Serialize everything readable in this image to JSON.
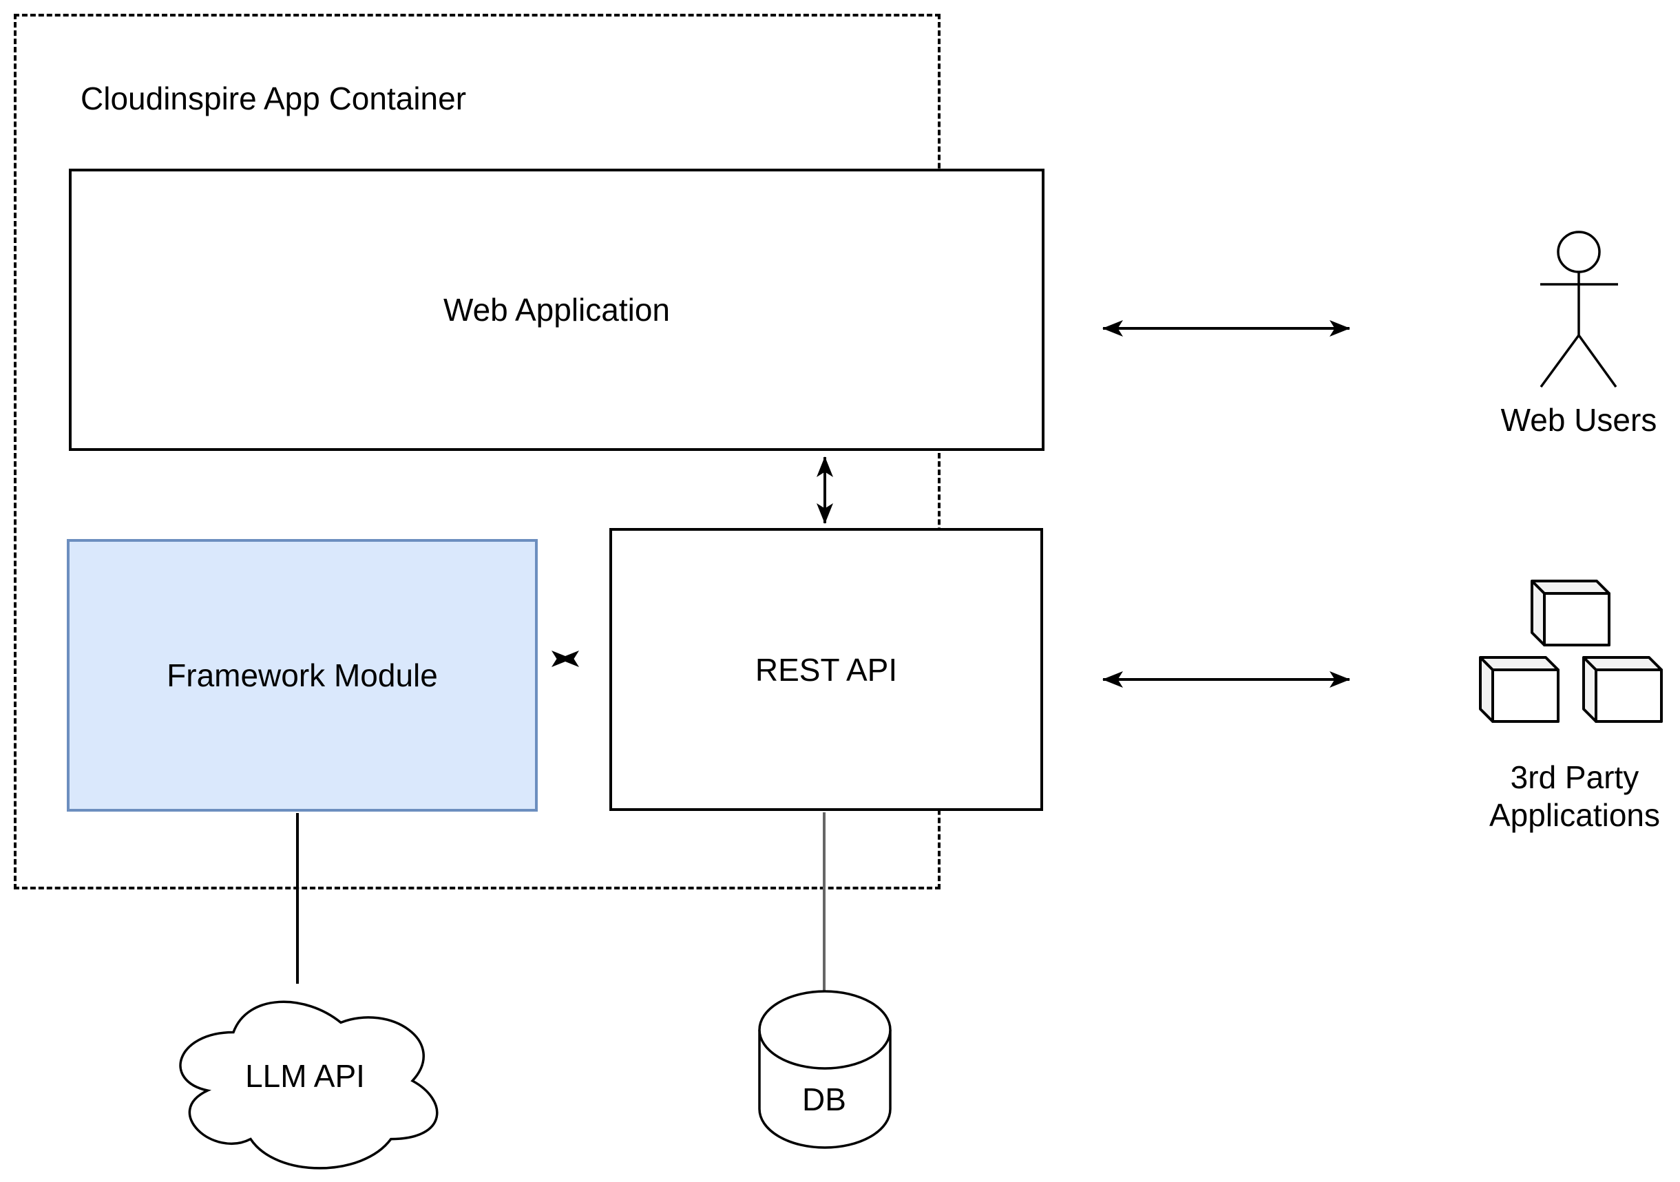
{
  "container": {
    "label": "Cloudinspire App Container"
  },
  "nodes": {
    "web_app": {
      "label": "Web Application",
      "shape": "rectangle"
    },
    "framework_module": {
      "label": "Framework Module",
      "shape": "rectangle",
      "fill": "#dae8fc",
      "stroke": "#6c8ebf"
    },
    "rest_api": {
      "label": "REST API",
      "shape": "rectangle"
    },
    "llm_api": {
      "label": "LLM API",
      "shape": "cloud"
    },
    "db": {
      "label": "DB",
      "shape": "database-cylinder"
    },
    "web_users": {
      "label": "Web Users",
      "shape": "actor"
    },
    "third_party": {
      "label": "3rd Party\nApplications",
      "shape": "cubes"
    }
  },
  "icons": {
    "web_users": "actor-icon",
    "third_party": "cubes-icon",
    "llm_api": "cloud-shape",
    "db": "database-cylinder-shape"
  },
  "edges": [
    {
      "from": "web_app",
      "to": "rest_api",
      "type": "double-arrow",
      "color": "#000000"
    },
    {
      "from": "framework_module",
      "to": "rest_api",
      "type": "double-arrow",
      "color": "#000000"
    },
    {
      "from": "web_app",
      "to": "web_users",
      "type": "double-arrow",
      "color": "#000000"
    },
    {
      "from": "rest_api",
      "to": "third_party",
      "type": "double-arrow",
      "color": "#000000"
    },
    {
      "from": "framework_module",
      "to": "llm_api",
      "type": "line",
      "color": "#000000"
    },
    {
      "from": "rest_api",
      "to": "db",
      "type": "line",
      "color": "#666666"
    }
  ],
  "colors": {
    "background": "#ffffff",
    "default_stroke": "#000000",
    "framework_fill": "#dae8fc",
    "framework_stroke": "#6c8ebf",
    "db_connector_line": "#666666",
    "cube_side_face": "#f2f2f2"
  }
}
